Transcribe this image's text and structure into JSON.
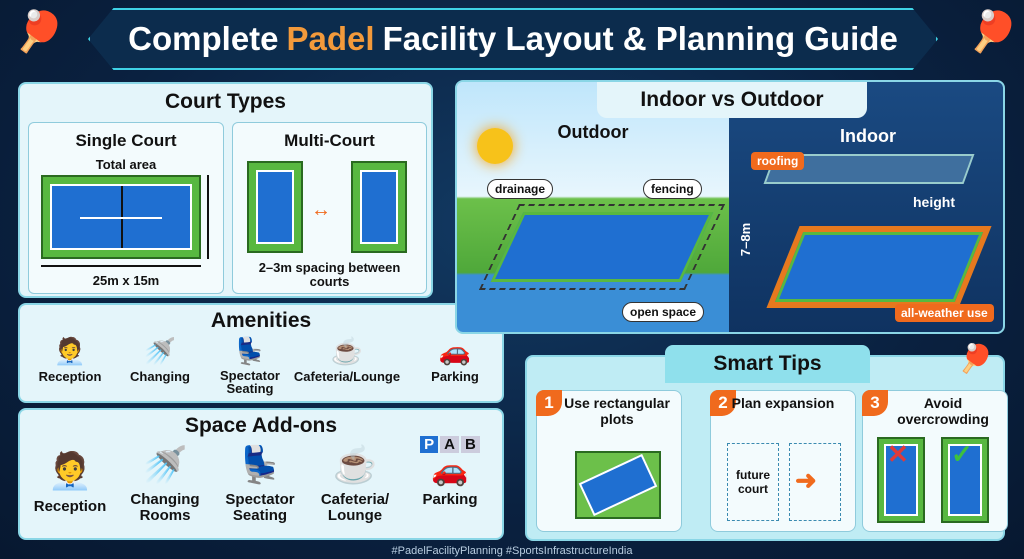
{
  "title": {
    "pre": "Complete",
    "accent": "Padel",
    "post": "Facility Layout & Planning Guide"
  },
  "court_types": {
    "title": "Court Types",
    "single": {
      "title": "Single Court",
      "total": "Total area",
      "dims": "25m x 15m"
    },
    "multi": {
      "title": "Multi-Court",
      "spacing": "2–3m spacing between courts"
    }
  },
  "amenities": {
    "title": "Amenities",
    "items": [
      "Reception",
      "Changing",
      "Spectator Seating",
      "Cafeteria/Lounge",
      "Parking"
    ]
  },
  "addons": {
    "title": "Space Add-ons",
    "items": [
      "Reception",
      "Changing Rooms",
      "Spectator Seating",
      "Cafeteria/ Lounge",
      "Parking"
    ],
    "parking_letters": [
      "P",
      "A",
      "B"
    ]
  },
  "indoor_outdoor": {
    "title": "Indoor vs Outdoor",
    "outdoor": {
      "title": "Outdoor",
      "labels": [
        "drainage",
        "fencing",
        "open space"
      ]
    },
    "indoor": {
      "title": "Indoor",
      "labels": [
        "roofing",
        "height",
        "7–8m",
        "all-weather use"
      ]
    }
  },
  "smart_tips": {
    "title": "Smart Tips",
    "tips": [
      {
        "n": "1",
        "text": "Use rectangular plots"
      },
      {
        "n": "2",
        "text": "Plan expansion",
        "extra": "future court"
      },
      {
        "n": "3",
        "text": "Avoid overcrowding"
      }
    ]
  },
  "footer": "#PadelFacilityPlanning #SportsInfrastructureIndia"
}
